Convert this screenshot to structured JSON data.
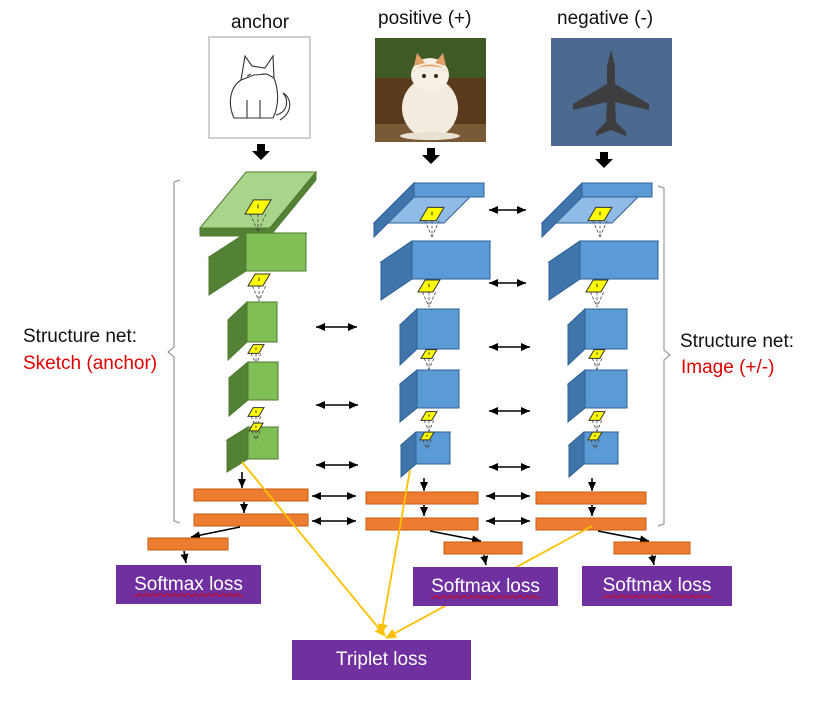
{
  "columns": {
    "anchor": "anchor",
    "positive": "positive (+)",
    "negative": "negative (-)"
  },
  "left_group": {
    "line1": "Structure net:",
    "line2": "Sketch (anchor)"
  },
  "right_group": {
    "line1": "Structure net:",
    "line2": "Image (+/-)"
  },
  "losses": {
    "softmax_anchor": "Softmax loss",
    "softmax_positive": "Softmax loss",
    "softmax_negative": "Softmax loss",
    "triplet": "Triplet loss"
  },
  "colors": {
    "sketch_block": "#70ad47",
    "image_block": "#5b9bd5",
    "fc_layer": "#ed7d31",
    "loss_box": "#7030a0",
    "patch": "#ffff00",
    "triplet_line": "#ffc000",
    "highlight_text": "#e00000"
  },
  "images": {
    "anchor": "cat-sketch",
    "positive": "cat-photo",
    "negative": "fighter-jet-photo"
  }
}
